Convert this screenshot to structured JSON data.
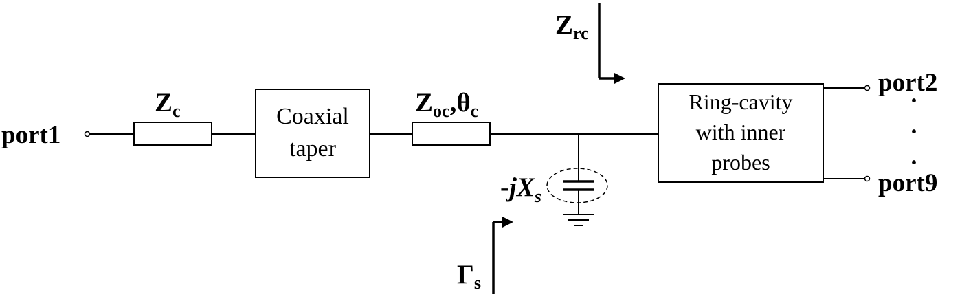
{
  "ports": {
    "input": "port1",
    "output_top": "port2",
    "output_bottom": "port9",
    "ellipsis": "·"
  },
  "blocks": {
    "taper": {
      "line1": "Coaxial",
      "line2": "taper"
    },
    "ring": {
      "line1": "Ring-cavity",
      "line2": "with inner",
      "line3": "probes"
    }
  },
  "labels": {
    "zc": {
      "main": "Z",
      "sub": "c"
    },
    "zoc": {
      "main": "Z",
      "sub": "oc",
      "comma": ",",
      "theta": "θ",
      "theta_sub": "c"
    },
    "zrc": {
      "main": "Z",
      "sub": "rc"
    },
    "jx": {
      "prefix": "-",
      "j": "j",
      "x": "X",
      "sub": "s"
    },
    "gamma": {
      "main": "Γ",
      "sub": "s"
    }
  }
}
